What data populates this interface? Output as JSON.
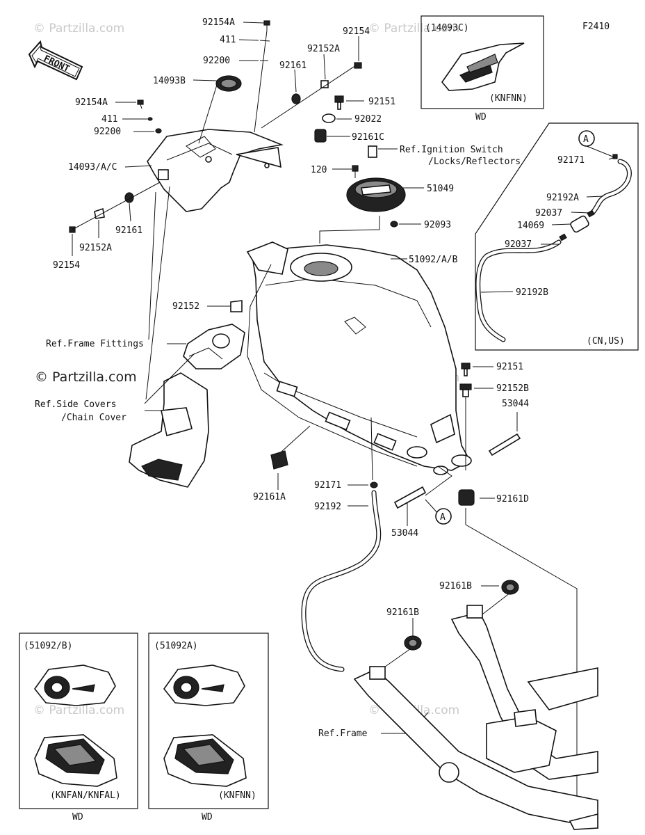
{
  "diagram_code": "F2410",
  "watermark": "© Partzilla.com",
  "watermark_faint": "© Partzilla.com",
  "front_arrow_text": "FRONT",
  "parts": {
    "p92154A_top": "92154A",
    "p411_top": "411",
    "p92200_top": "92200",
    "p14093B": "14093B",
    "p92154A_left": "92154A",
    "p411_left": "411",
    "p92200_left": "92200",
    "p14093AC": "14093/A/C",
    "p92161_right": "92161",
    "p92152A_right": "92152A",
    "p92154_right": "92154",
    "p92161_left": "92161",
    "p92152A_left": "92152A",
    "p92154_left": "92154",
    "p92151_top": "92151",
    "p92022": "92022",
    "p92161C": "92161C",
    "ref_ignition_1": "Ref.Ignition Switch",
    "ref_ignition_2": "/Locks/Reflectors",
    "p120": "120",
    "p51049": "51049",
    "p92093": "92093",
    "p51092AB": "51092/A/B",
    "p92152": "92152",
    "ref_frame_fittings": "Ref.Frame Fittings",
    "ref_side_covers_1": "Ref.Side Covers",
    "ref_side_covers_2": "/Chain Cover",
    "p92161A": "92161A",
    "p92171_bottom": "92171",
    "p92192": "92192",
    "p53044_bottom": "53044",
    "a_marker_bottom": "A",
    "p92151_right": "92151",
    "p92152B": "92152B",
    "p53044_right": "53044",
    "p92161D": "92161D",
    "p92161B_right": "92161B",
    "p92161B_left": "92161B",
    "ref_frame": "Ref.Frame"
  },
  "inset_top": {
    "part": "(14093C)",
    "variant": "(KNFNN)",
    "caption": "WD"
  },
  "inset_right": {
    "a_marker": "A",
    "p92171": "92171",
    "p92192A": "92192A",
    "p92037_a": "92037",
    "p14069": "14069",
    "p92037_b": "92037",
    "p92192B": "92192B",
    "region": "(CN,US)"
  },
  "inset_left": {
    "part": "(51092/B)",
    "variant": "(KNFAN/KNFAL)",
    "caption": "WD"
  },
  "inset_mid": {
    "part": "(51092A)",
    "variant": "(KNFNN)",
    "caption": "WD"
  }
}
